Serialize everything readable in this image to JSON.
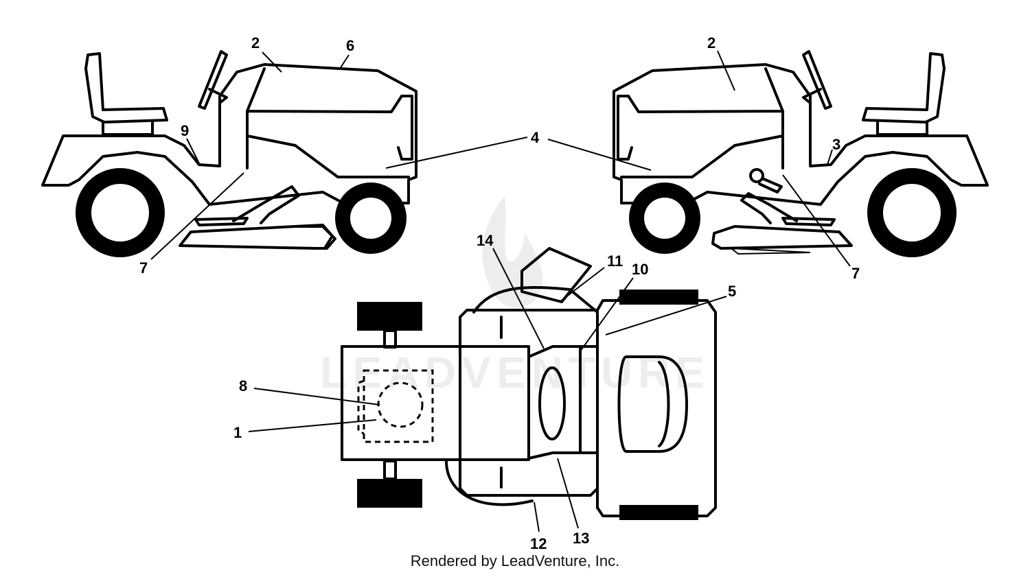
{
  "callouts": {
    "c1": "1",
    "c2": "2",
    "c3": "3",
    "c4": "4",
    "c5": "5",
    "c6": "6",
    "c7": "7",
    "c8": "8",
    "c9": "9",
    "c10": "10",
    "c11": "11",
    "c12": "12",
    "c13": "13",
    "c14": "14"
  },
  "watermark": {
    "brand": "LEADVENTURE"
  },
  "footer": {
    "credit": "Rendered by LeadVenture, Inc."
  }
}
